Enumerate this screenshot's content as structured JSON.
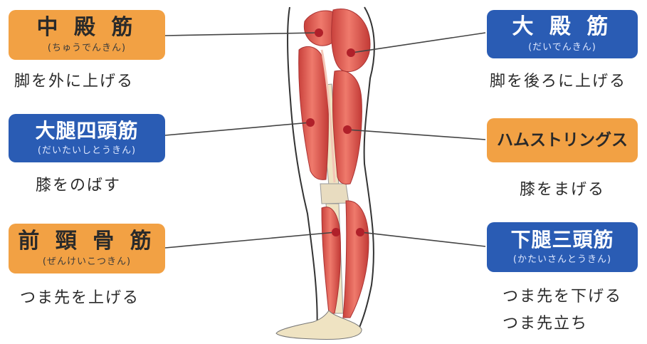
{
  "muscles": {
    "gluteus_medius": {
      "name": "中 殿 筋",
      "reading": "(ちゅうでんきん)",
      "function": "脚を外に上げる"
    },
    "quadriceps": {
      "name": "大腿四頭筋",
      "reading": "(だいたいしとうきん)",
      "function": "膝をのばす"
    },
    "tibialis_anterior": {
      "name": "前 頸 骨 筋",
      "reading": "(ぜんけいこつきん)",
      "function": "つま先を上げる"
    },
    "gluteus_maximus": {
      "name": "大 殿 筋",
      "reading": "(だいでんきん)",
      "function": "脚を後ろに上げる"
    },
    "hamstrings": {
      "name": "ハムストリングス",
      "reading": "",
      "function": "膝をまげる"
    },
    "triceps_surae": {
      "name": "下腿三頭筋",
      "reading": "(かたいさんとうきん)",
      "function_line1": "つま先を下げる",
      "function_line2": "つま先立ち"
    }
  },
  "colors": {
    "orange": "#f2a144",
    "blue": "#2a5cb4",
    "muscle": "#e05a52",
    "bone": "#efe3c2",
    "marker": "#b0202a"
  }
}
